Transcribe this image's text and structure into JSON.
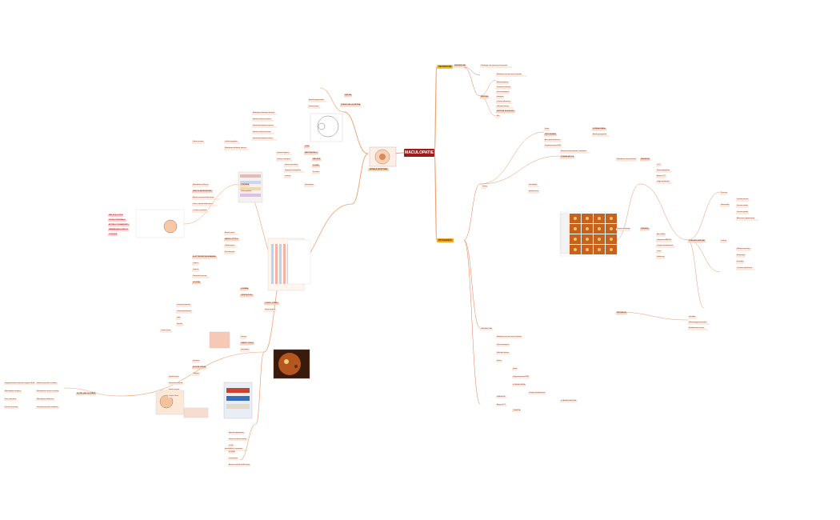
{
  "root": {
    "label": "MACULOPATIE"
  },
  "topics": {
    "definizione": "DEFINIZIONE",
    "patogenesi": "PATOGENESI",
    "anatomia_retina": "RETINA E STRUTTURE"
  },
  "colors": {
    "root": "#9e1b1b",
    "branch": "#f0a070",
    "branch_dark": "#e07b4f",
    "node_bg": "#fde6dc",
    "topic_yellow": "#f2c233",
    "topic_orange": "#f5a623"
  },
  "right_nodes": [
    "DEFINIZIONE",
    "Patologia che interessa la macula",
    "SINTOMI",
    "Riduzione acuità visiva centrale",
    "Metamorfopsie",
    "Scotoma centrale",
    "Discromatopsia",
    "Fotopsie",
    "Visione offuscata",
    "Difficoltà lettura",
    "FATTORI DI RISCHIO",
    "Età",
    "Fumo",
    "Familiarità",
    "Ipertensione",
    "Dieta",
    "PATOGENESI",
    "Accumulo di drusen",
    "Degenerazione EPR",
    "Neovascolarizzazione coroideale",
    "FORMA SECCA",
    "FORMA UMIDA",
    "Atrofia geografica",
    "Membrana neovascolare",
    "DIAGNOSI",
    "OCT",
    "Fluorangiografia",
    "Angio-OCT",
    "Griglia di Amsler",
    "Esame del fondo",
    "TERAPIA",
    "Anti-VEGF",
    "Integratori AREDS",
    "Terapia fotodinamica",
    "Laser",
    "Follow-up",
    "CLASSIFICAZIONE",
    "Precoce",
    "Intermedia",
    "Tardiva",
    "Drusen piccole",
    "Drusen medie",
    "Drusen grandi",
    "Alterazioni pigmentarie",
    "Edema maculare",
    "Emorragie",
    "Essudati",
    "Cicatrice disciforme",
    "PROGNOSI",
    "Variabile",
    "Monitoraggio periodico",
    "Riabilitazione visiva"
  ],
  "left_nodes": [
    "RETINA",
    "STRATI DELLA RETINA",
    "Epitelio pigmentato",
    "Fotorecettori",
    "Membrana limitante esterna",
    "Strato nucleare esterno",
    "Strato plessiforme esterno",
    "Strato nucleare interno",
    "Strato plessiforme interno",
    "Cellule gangliari",
    "Fibre nervose",
    "Membrana limitante interna",
    "CONI",
    "BASTONCELLI",
    "Visione fotopica",
    "Visione scotopica",
    "MACULA",
    "FOVEA",
    "Foveola",
    "Zona avascolare",
    "Pigmento xantofillico",
    "Luteina",
    "Zeaxantina",
    "COROIDE",
    "Coriocapillare",
    "Membrana di Bruch",
    "VASCOLARIZZAZIONE",
    "Arteria centrale della retina",
    "Vena centrale della retina",
    "Circolo coroideale",
    "Arterie ciliari",
    "NERVO OTTICO",
    "Papilla ottica",
    "Escavazione",
    "ELETTRORETINOGRAMMA",
    "Onda a",
    "Onda b",
    "Potenziali evocati",
    "SCLERA",
    "CORNEA",
    "CRISTALLINO",
    "CORPO VITREO",
    "Umor acqueo",
    "Camera anteriore",
    "Camera posteriore",
    "Iride",
    "Pupilla",
    "Corpo ciliare",
    "Zonula",
    "CAMPO VISIVO",
    "Perimetria",
    "Scotomi",
    "ACUITÀ VISIVA",
    "Ottotipo",
    "Sensibilità al contrasto"
  ],
  "red_nodes": [
    "MACULA LUTEA",
    "FOVEA CENTRALIS",
    "EPITELIO PIGMENTATO",
    "MEMBRANA DI BRUCH",
    "COROIDE"
  ],
  "far_left_nodes": [
    "Degenerazione maculare legata all'età",
    "Maculopatia miopica",
    "Foro maculare",
    "Pucker maculare",
    "Edema maculare cistoide",
    "Retinopatia sierosa centrale",
    "Maculopatia diabetica",
    "Distrofie maculari ereditarie"
  ],
  "far_left_header": "ALTRE MACULOPATIE"
}
